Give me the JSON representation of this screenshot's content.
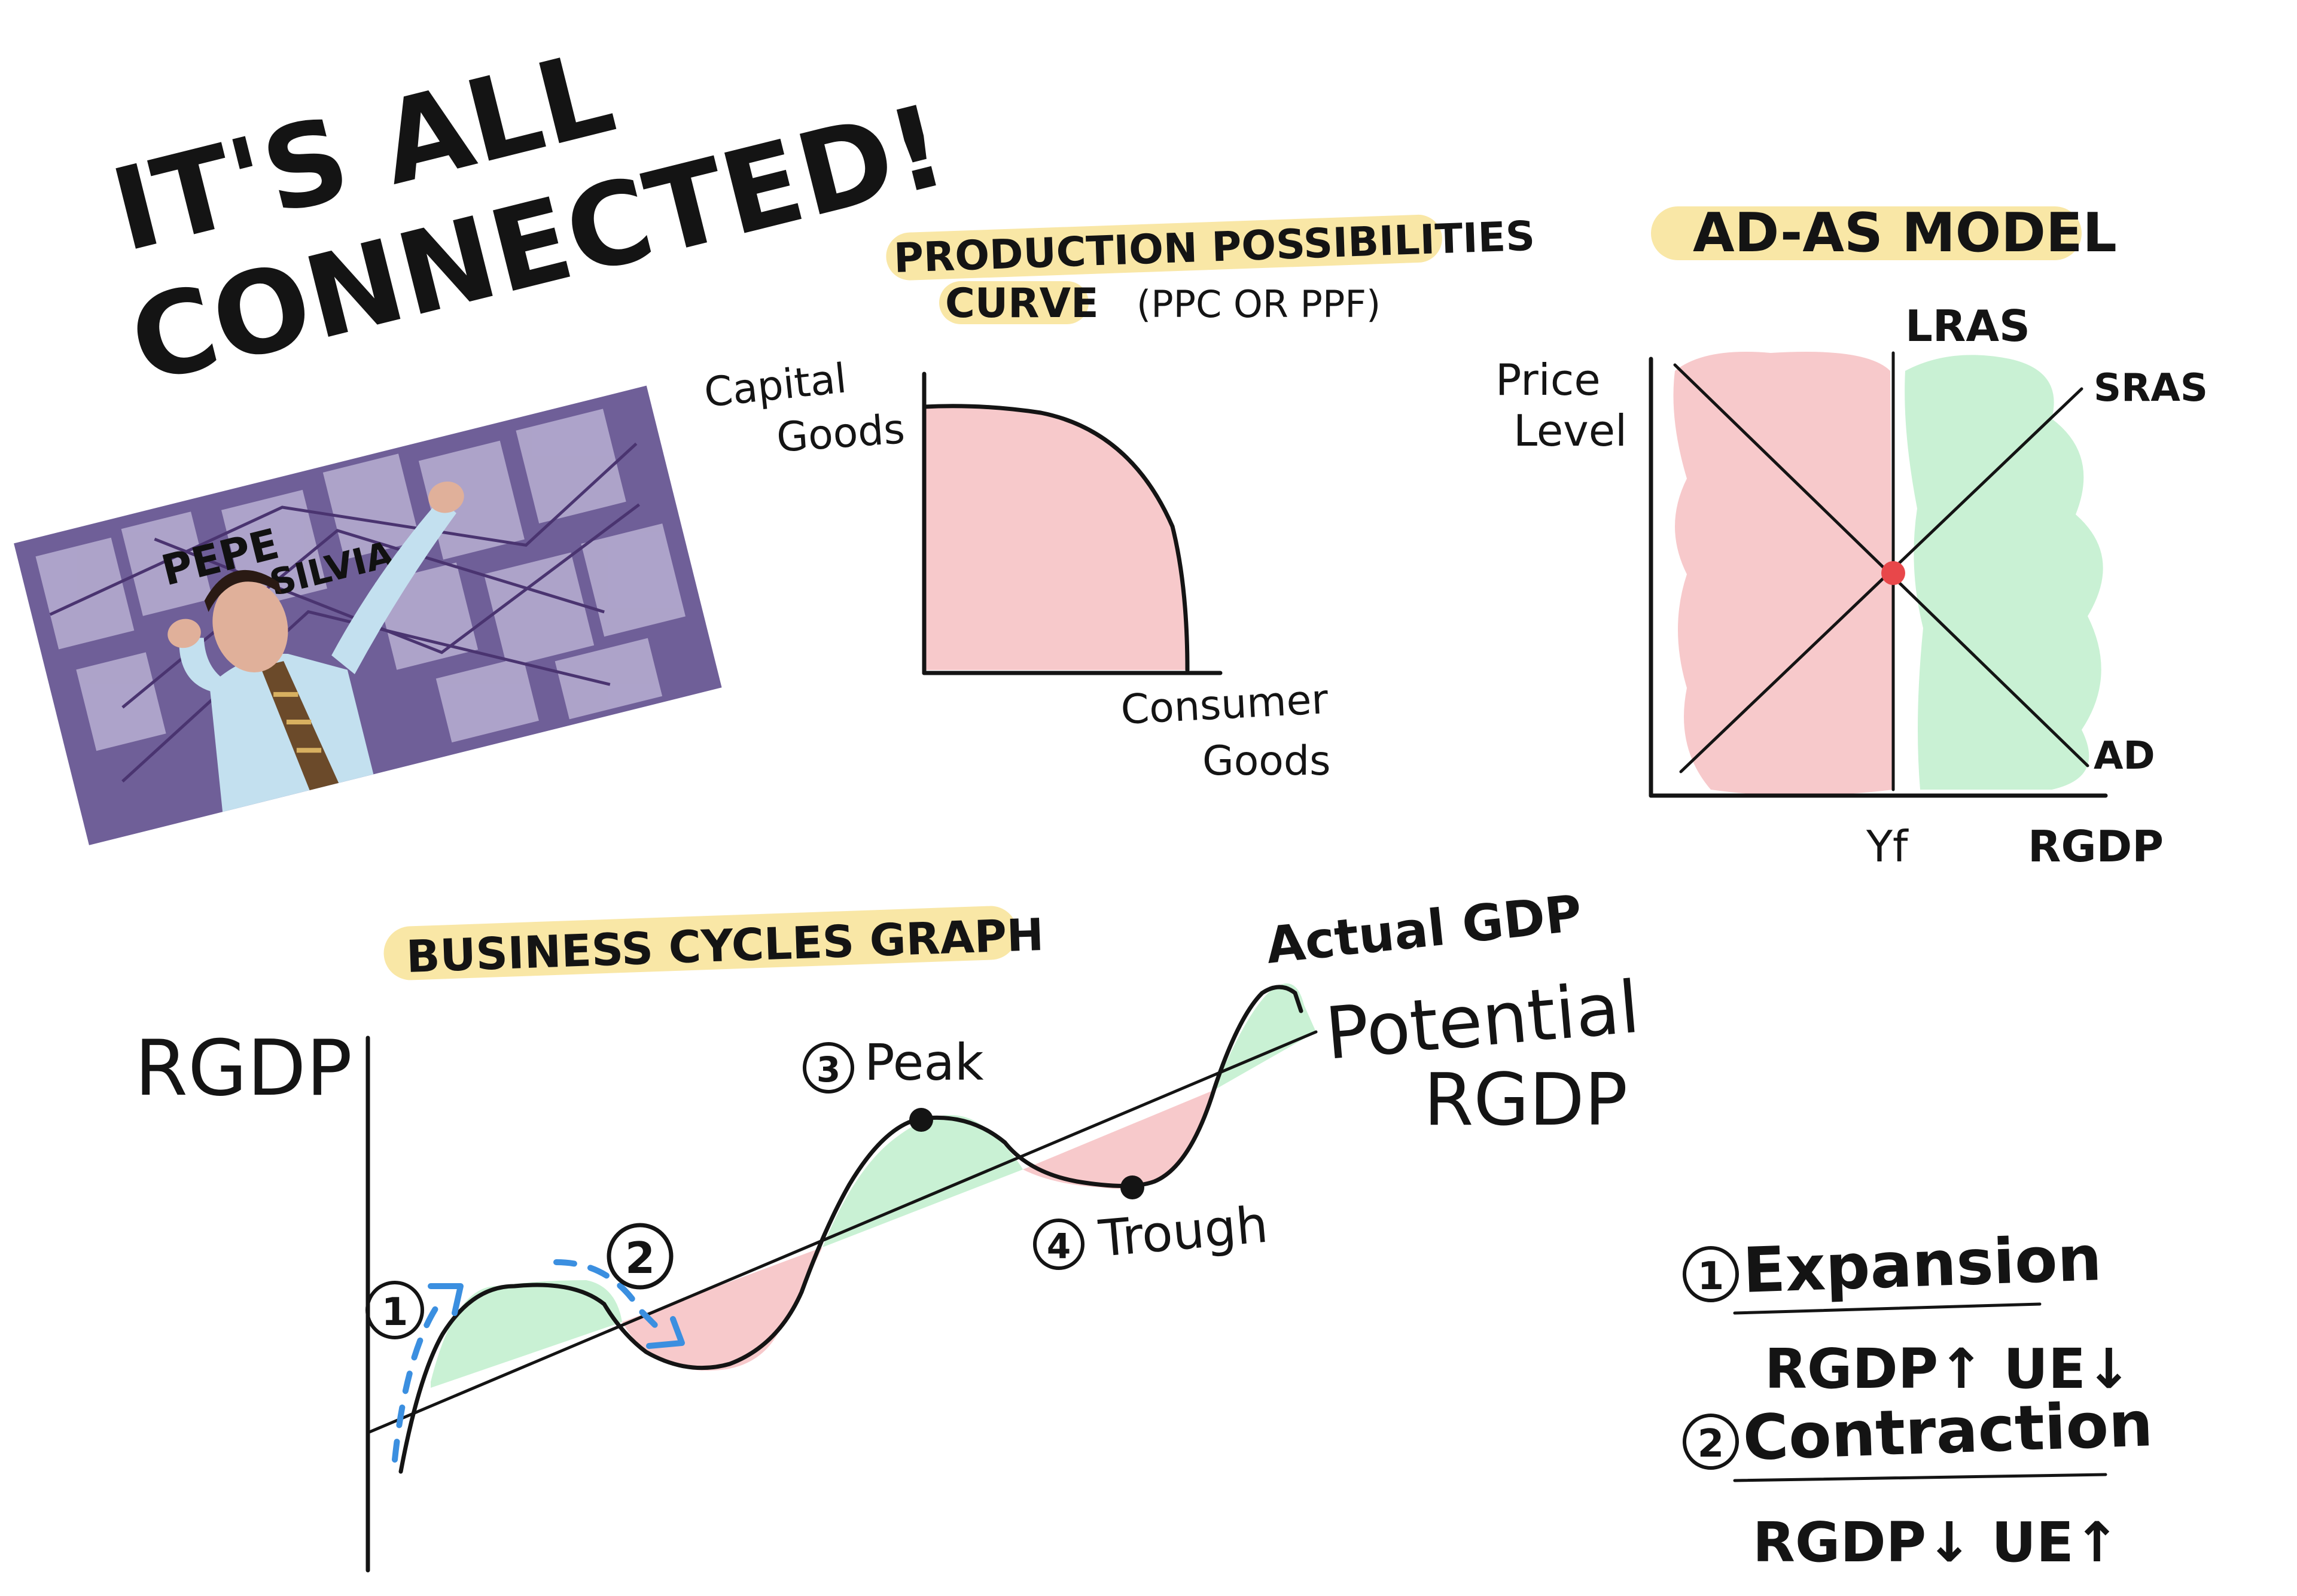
{
  "title": {
    "line1": "IT'S ALL",
    "line2": "CONNECTED!"
  },
  "colors": {
    "highlight": "#f9e7a6",
    "pink": "#f7c9cb",
    "green": "#c9f1d4",
    "ink": "#141414",
    "blue": "#3b8fe0",
    "dot": "#e8474a"
  },
  "meme_photo": {
    "wall_words": [
      "PEPE",
      "SILVIA"
    ]
  },
  "ppc": {
    "heading_line1": "PRODUCTION POSSIBILITIES",
    "heading_line2": "CURVE",
    "heading_aside": "(PPC OR PPF)",
    "y_label_line1": "Capital",
    "y_label_line2": "Goods",
    "x_label_line1": "Consumer",
    "x_label_line2": "Goods"
  },
  "adas": {
    "heading": "AD-AS MODEL",
    "y_label_line1": "Price",
    "y_label_line2": "Level",
    "x_label": "RGDP",
    "lras": "LRAS",
    "sras": "SRAS",
    "ad": "AD",
    "yf": "Yf"
  },
  "business_cycle": {
    "heading": "BUSINESS CYCLES GRAPH",
    "y_label": "RGDP",
    "actual": "Actual GDP",
    "potential_line1": "Potential",
    "potential_line2": "RGDP",
    "peak_num": "3",
    "peak": "Peak",
    "trough_num": "4",
    "trough": "Trough",
    "marker1": "1",
    "marker2": "2"
  },
  "legend": {
    "item1_num": "1",
    "item1": "Expansion",
    "item1_effect": "RGDP↑  UE↓",
    "item2_num": "2",
    "item2": "Contraction",
    "item2_effect": "RGDP↓ UE↑"
  }
}
